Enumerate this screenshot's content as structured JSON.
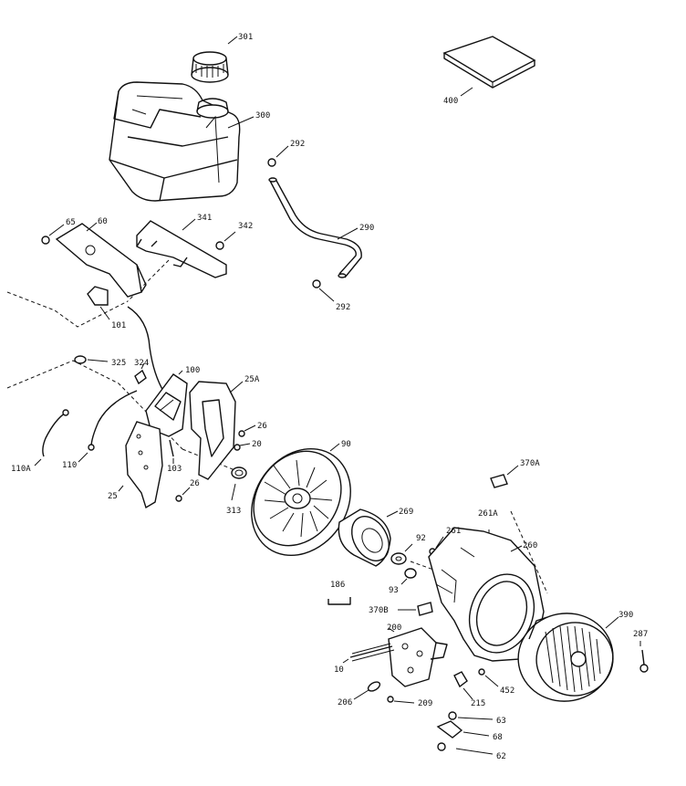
{
  "diagram": {
    "callouts": {
      "p301": "301",
      "p300": "300",
      "p400": "400",
      "p292a": "292",
      "p290": "290",
      "p292b": "292",
      "p65": "65",
      "p60": "60",
      "p341": "341",
      "p342": "342",
      "p101": "101",
      "p325": "325",
      "p324": "324",
      "p100": "100",
      "p25A": "25A",
      "p26a": "26",
      "p20": "20",
      "p90": "90",
      "p110A": "110A",
      "p110": "110",
      "p103": "103",
      "p25": "25",
      "p26b": "26",
      "p313": "313",
      "p269": "269",
      "p92": "92",
      "p261": "261",
      "p370A": "370A",
      "p261A": "261A",
      "p93": "93",
      "p186": "186",
      "p260": "260",
      "p370B": "370B",
      "p390": "390",
      "p287": "287",
      "p200": "200",
      "p10": "10",
      "p452": "452",
      "p206": "206",
      "p209": "209",
      "p215": "215",
      "p63": "63",
      "p68": "68",
      "p62": "62"
    }
  }
}
